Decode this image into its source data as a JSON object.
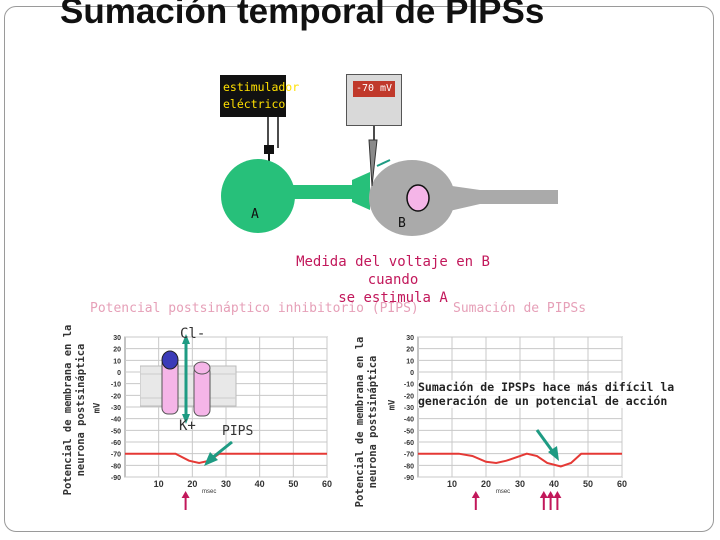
{
  "slide": {
    "title": "Sumación temporal de PIPSs",
    "stimulator": {
      "line1": "estimulador",
      "line2": "eléctrico"
    },
    "voltmeter": {
      "reading": "-70 mV"
    },
    "neuron_a": "A",
    "neuron_b": "B",
    "caption": {
      "line1": "Medida del voltaje en B cuando",
      "line2": "se estimula A"
    },
    "colors": {
      "neuron_a": "#27c07a",
      "neuron_b": "#aaaaaa",
      "trace": "#e53935",
      "arrows": "#c2185b",
      "caption": "#c2185b"
    }
  },
  "chart_data": [
    {
      "type": "line",
      "title": "Potencial postsináptico inhibitorio (PIPS)",
      "ylabel_line1": "Potencial de membrana en la",
      "ylabel_line2": "neurona postsináptica",
      "yunit": "mV",
      "xunit": "msec",
      "yticks": [
        "30",
        "20",
        "10",
        "0",
        "-10",
        "-20",
        "-30",
        "-40",
        "-50",
        "-60",
        "-70",
        "-80",
        "-90"
      ],
      "xticks": [
        "10",
        "20",
        "30",
        "40",
        "50",
        "60"
      ],
      "xlim": [
        0,
        60
      ],
      "ylim": [
        -90,
        30
      ],
      "grid": true,
      "series": [
        {
          "x": [
            0,
            10,
            15,
            19,
            22,
            25,
            28,
            40,
            55,
            60
          ],
          "y": [
            -70,
            -70,
            -70,
            -76,
            -78,
            -76,
            -70,
            -70,
            -70,
            -70
          ]
        }
      ],
      "stimulus_times": [
        18
      ],
      "annotations": {
        "ion_top": "Cl-",
        "ion_bottom": "K+",
        "pips": "PIPS"
      }
    },
    {
      "type": "line",
      "title": "Sumación de PIPSs",
      "ylabel_line1": "Potencial de membrana en la",
      "ylabel_line2": "neurona postsináptica",
      "yunit": "mV",
      "xunit": "msec",
      "yticks": [
        "30",
        "20",
        "10",
        "0",
        "-10",
        "-20",
        "-30",
        "-40",
        "-50",
        "-60",
        "-70",
        "-80",
        "-90"
      ],
      "xticks": [
        "10",
        "20",
        "30",
        "40",
        "50",
        "60"
      ],
      "xlim": [
        0,
        60
      ],
      "ylim": [
        -90,
        30
      ],
      "grid": true,
      "series": [
        {
          "x": [
            0,
            12,
            16,
            20,
            23,
            26,
            32,
            35,
            38,
            42,
            45,
            48,
            60
          ],
          "y": [
            -70,
            -70,
            -72,
            -77,
            -78,
            -76,
            -70,
            -72,
            -78,
            -81,
            -78,
            -70,
            -70
          ]
        }
      ],
      "stimulus_times": [
        17,
        37,
        39,
        41
      ],
      "annotation": {
        "line1": "Sumación de IPSPs hace más difícil la",
        "line2": "generación de un potencial de acción"
      }
    }
  ]
}
